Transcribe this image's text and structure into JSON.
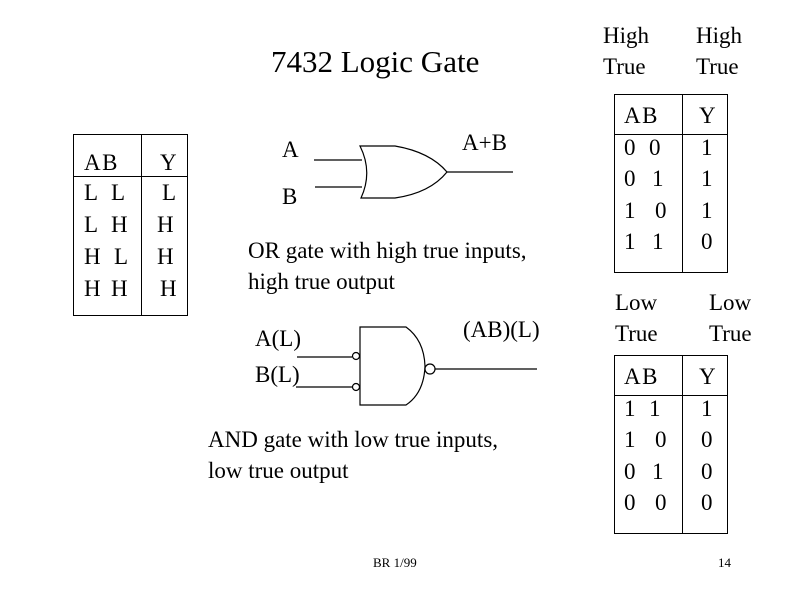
{
  "slide": {
    "title": "7432 Logic Gate",
    "footer_left": "BR 1/99",
    "page_number": "14"
  },
  "hl_table": {
    "header_inputs": "A B",
    "header_output": "Y",
    "rows": [
      {
        "a": "L",
        "b": "L",
        "y": "L"
      },
      {
        "a": "L",
        "b": "H",
        "y": "H"
      },
      {
        "a": "H",
        "b": "L",
        "y": "H"
      },
      {
        "a": "H",
        "b": "H",
        "y": "H"
      }
    ]
  },
  "or_gate": {
    "input_a": "A",
    "input_b": "B",
    "output": "A+B",
    "description_line1": "OR gate with high true inputs,",
    "description_line2": "high true output"
  },
  "and_gate": {
    "input_a": "A(L)",
    "input_b": "B(L)",
    "output": "(AB)(L)",
    "description_line1": "AND gate with low true inputs,",
    "description_line2": "low true output"
  },
  "high_true_table": {
    "inputs_label_line1": "High",
    "inputs_label_line2": "True",
    "output_label_line1": "High",
    "output_label_line2": "True",
    "header_inputs": "A B",
    "header_output": "Y",
    "rows": [
      {
        "a": "0",
        "b": "0",
        "y": "1"
      },
      {
        "a": "0",
        "b": "1",
        "y": "1"
      },
      {
        "a": "1",
        "b": "0",
        "y": "1"
      },
      {
        "a": "1",
        "b": "1",
        "y": "0"
      }
    ]
  },
  "low_true_table": {
    "inputs_label_line1": "Low",
    "inputs_label_line2": "True",
    "output_label_line1": "Low",
    "output_label_line2": "True",
    "header_inputs": "A B",
    "header_output": "Y",
    "rows": [
      {
        "a": "1",
        "b": "1",
        "y": "1"
      },
      {
        "a": "1",
        "b": "0",
        "y": "0"
      },
      {
        "a": "0",
        "b": "1",
        "y": "0"
      },
      {
        "a": "0",
        "b": "0",
        "y": "0"
      }
    ]
  }
}
